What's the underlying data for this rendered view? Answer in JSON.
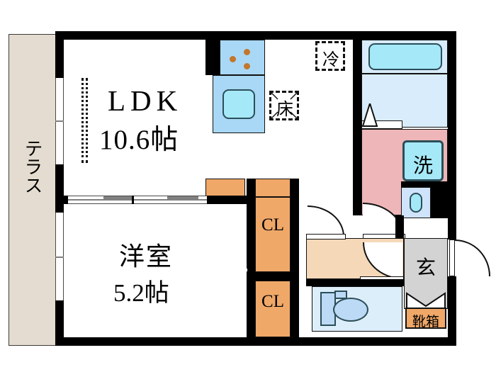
{
  "plan": {
    "type": "japanese-apartment-floor-plan",
    "layout_code": "1LDK",
    "rooms": [
      {
        "id": "ldk",
        "label": "LDK",
        "area_label": "10.6帖",
        "tatami": 10.6,
        "fill": "#ffffff"
      },
      {
        "id": "bedroom",
        "label": "洋室",
        "area_label": "5.2帖",
        "tatami": 5.2,
        "fill": "#ffffff"
      },
      {
        "id": "terrace",
        "label": "テラス",
        "fill": "#e4dcd0"
      },
      {
        "id": "closet_upper",
        "label": "CL",
        "fill": "#f0a868"
      },
      {
        "id": "closet_lower",
        "label": "CL",
        "fill": "#f0a868"
      },
      {
        "id": "entry",
        "label": "玄",
        "fill": "#d3d3d3"
      },
      {
        "id": "shoebox",
        "label": "靴箱",
        "fill": "#f0a868"
      },
      {
        "id": "washroom",
        "label": "洗",
        "fill": "#eeb6b8"
      },
      {
        "id": "bath",
        "label": "",
        "fill": "#d8ecfb"
      },
      {
        "id": "toilet",
        "label": "",
        "fill": "#ddeefb"
      },
      {
        "id": "corridor",
        "label": "",
        "fill": "#f5d8b8"
      }
    ],
    "markers": [
      {
        "id": "fridge",
        "label": "冷",
        "style": "dashed-box"
      },
      {
        "id": "floor_storage",
        "label": "床",
        "style": "dashed-box-diagonal"
      }
    ],
    "labels": {
      "ldk_name": "LDK",
      "ldk_area": "10.6帖",
      "bedroom_name": "洋室",
      "bedroom_area": "5.2帖",
      "terrace": "テラス",
      "closet_upper": "CL",
      "closet_lower": "CL",
      "entrance": "玄",
      "shoe_cabinet": "靴箱",
      "washing_machine": "洗",
      "refrigerator": "冷",
      "floor_storage": "床"
    },
    "colors": {
      "wall": "#000000",
      "terrace": "#e4dcd0",
      "closet": "#f0a868",
      "corridor": "#f5d8b8",
      "entry": "#d3d3d3",
      "washroom": "#eeb6b8",
      "bath_zone": "#d8ecfb",
      "tub": "#a5e8f8",
      "kitchen_counter": "#a8d8f5",
      "toilet_zone": "#ddeefb",
      "burner": "#c3762c",
      "room_floor": "#ffffff"
    },
    "fixtures": [
      {
        "id": "stove",
        "burners": 3
      },
      {
        "id": "kitchen_sink"
      },
      {
        "id": "bathtub"
      },
      {
        "id": "washing_machine_pan"
      },
      {
        "id": "lavatory_basin"
      },
      {
        "id": "toilet_bowl"
      },
      {
        "id": "shoe_cabinet"
      }
    ],
    "openings": {
      "terrace_windows": 2,
      "sliding_partition": 1,
      "swing_doors": 4,
      "folding_doors": 3,
      "entry_door": 1
    }
  }
}
